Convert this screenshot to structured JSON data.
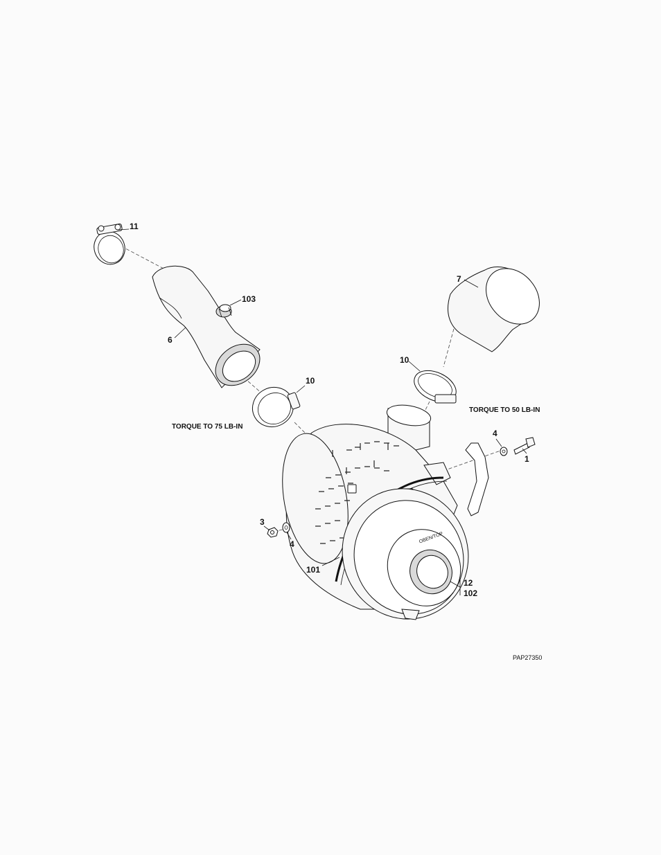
{
  "callouts": {
    "c11": "11",
    "c103": "103",
    "c6": "6",
    "c7": "7",
    "c10a": "10",
    "c10b": "10",
    "c4a": "4",
    "c1": "1",
    "c3": "3",
    "c4b": "4",
    "c101": "101",
    "c12": "12",
    "c102": "102"
  },
  "notes": {
    "torque_75": "TORQUE TO 75 LB-IN",
    "torque_50": "TORQUE TO 50 LB-IN"
  },
  "cover_text": "OBEN/TOP",
  "figure_id": "PAP27350"
}
